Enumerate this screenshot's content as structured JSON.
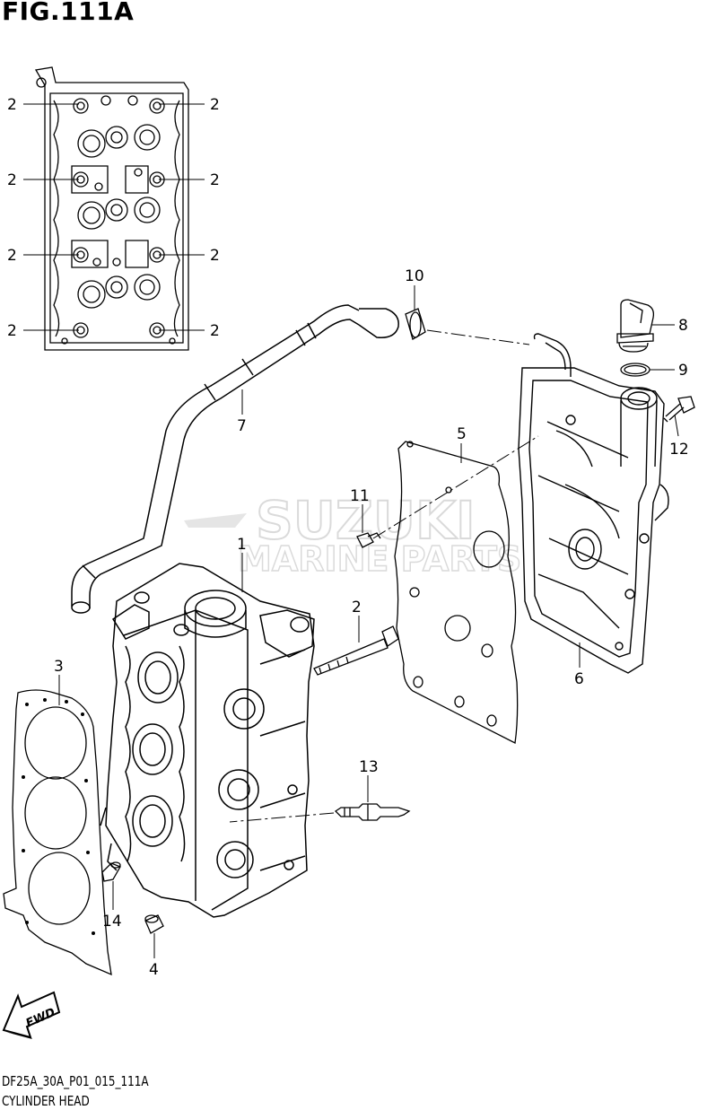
{
  "figure": {
    "title": "FIG.111A",
    "code": "DF25A_30A_P01_015_111A",
    "name": "CYLINDER HEAD"
  },
  "watermark": {
    "line1": "SUZUKI",
    "line2": "MARINE PARTS"
  },
  "fwd_label": "FWD",
  "callouts": {
    "c1": "1",
    "c2": "2",
    "c3": "3",
    "c4": "4",
    "c5": "5",
    "c6": "6",
    "c7": "7",
    "c8": "8",
    "c9": "9",
    "c10": "10",
    "c11": "11",
    "c12": "12",
    "c13": "13",
    "c14": "14"
  },
  "colors": {
    "line": "#000000",
    "background": "#ffffff",
    "watermark": "#c8c8c8"
  }
}
